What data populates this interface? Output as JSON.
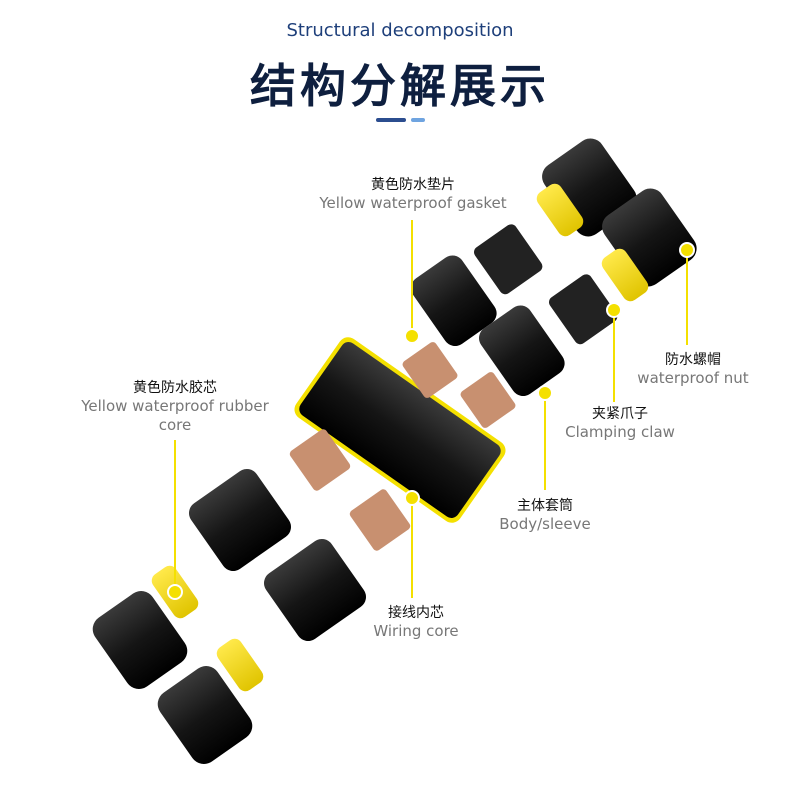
{
  "header": {
    "subtitle": "Structural decomposition",
    "title": "结构分解展示"
  },
  "colors": {
    "accent_dark": "#2b4d8f",
    "accent_light": "#6fa4e0",
    "leader": "#f4e000"
  },
  "labels": [
    {
      "cn": "黄色防水垫片",
      "en": "Yellow waterproof gasket"
    },
    {
      "cn": "防水螺帽",
      "en": "waterproof nut"
    },
    {
      "cn": "夹紧爪子",
      "en": "Clamping claw"
    },
    {
      "cn": "主体套筒",
      "en": "Body/sleeve"
    },
    {
      "cn": "接线内芯",
      "en": "Wiring core"
    },
    {
      "cn": "黄色防水胶芯",
      "en": "Yellow waterproof rubber",
      "en2": "core"
    }
  ]
}
